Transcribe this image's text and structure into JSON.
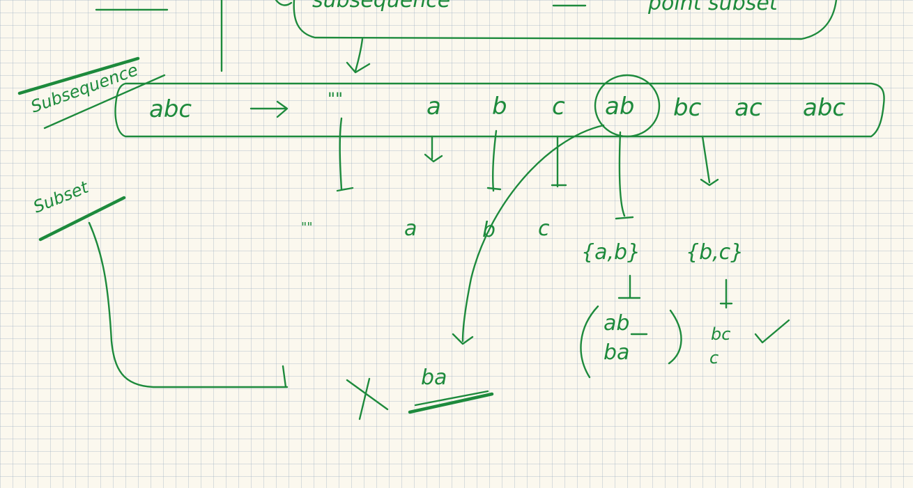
{
  "top_partial": {
    "subsequence_fragment": "subsequence",
    "subset_fragment": "point subset"
  },
  "heading_subsequence": "Subsequence",
  "heading_subset": "Subset",
  "row": {
    "source": "abc",
    "arrow": "→",
    "items": [
      "\"\"",
      "a",
      "b",
      "c",
      "ab",
      "bc",
      "ac",
      "abc"
    ]
  },
  "mapped": {
    "empty": "\"\"",
    "a": "a",
    "b": "b",
    "c": "c"
  },
  "sets": {
    "set_ab": "{a,b}",
    "set_bc": "{b,c}",
    "perm_top": "ab",
    "perm_bottom": "ba",
    "result_bc": "bc",
    "result_c": "c",
    "check": "✓"
  },
  "cross": "X",
  "ba_label": "ba",
  "ink_color": "#1d8a3c"
}
